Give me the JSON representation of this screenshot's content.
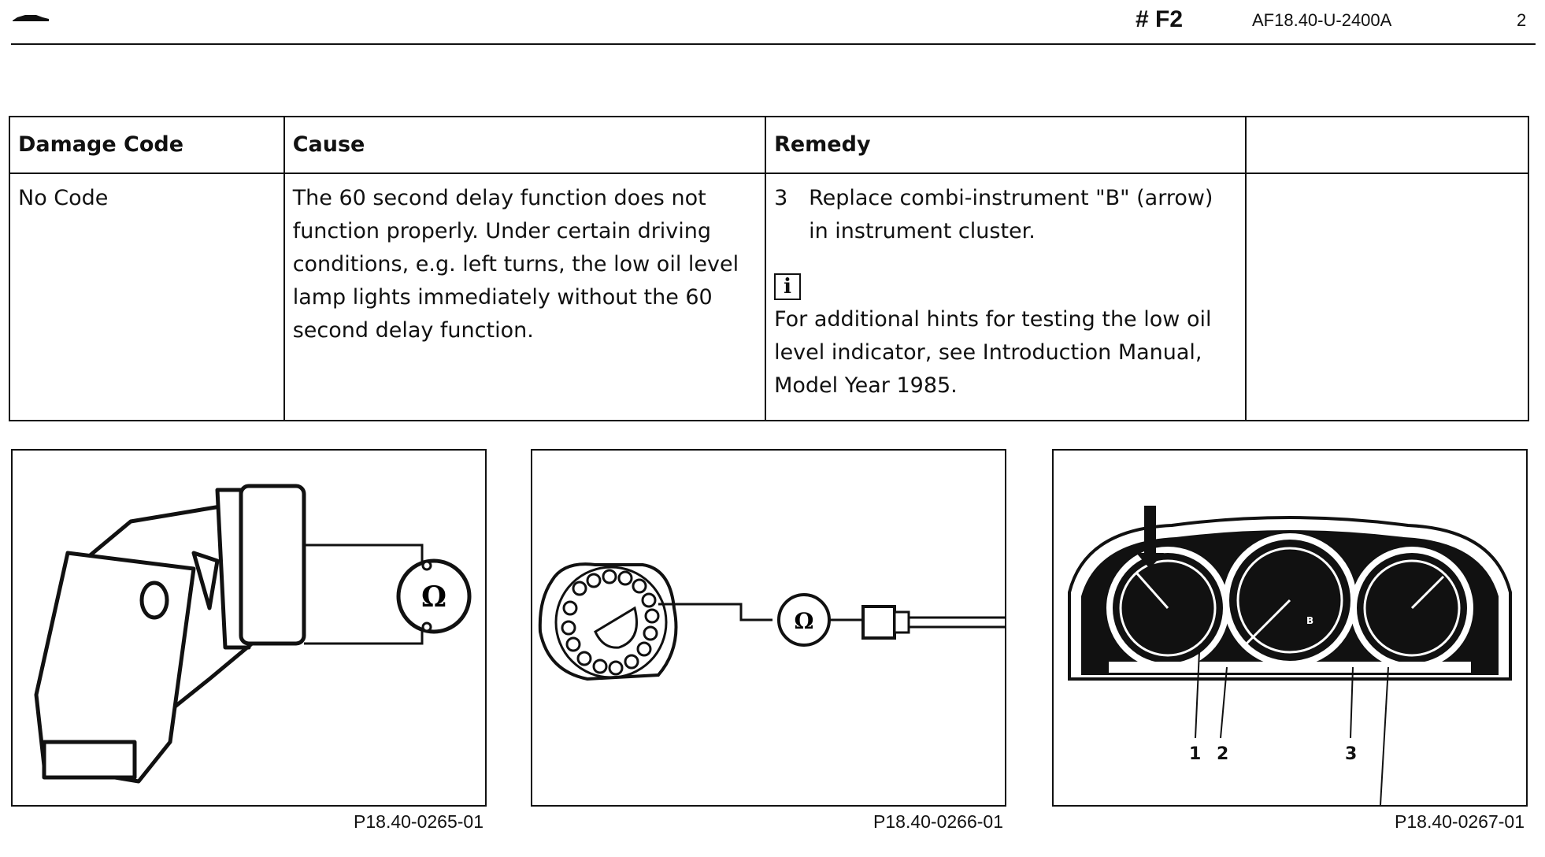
{
  "header": {
    "section": "# F2",
    "document_number": "AF18.40-U-2400A",
    "page_number": "2"
  },
  "table": {
    "headers": [
      "Damage Code",
      "Cause",
      "Remedy",
      ""
    ],
    "rows": [
      {
        "damage_code": "No Code",
        "cause": "The 60 second delay function does not function properly. Under certain driving conditions, e.g. left turns, the low oil level lamp lights immediately without the 60 second delay function.",
        "remedy_step_number": "3",
        "remedy_step_text": "Replace combi-instrument \"B\" (arrow) in instrument cluster.",
        "info_note": "For additional hints for testing the low oil level indicator, see Introduction Manual, Model Year 1985."
      }
    ]
  },
  "figures": [
    {
      "caption": "P18.40-0265-01",
      "symbol": "Ω"
    },
    {
      "caption": "P18.40-0266-01",
      "symbol": "Ω"
    },
    {
      "caption": "P18.40-0267-01",
      "callouts": [
        "1",
        "2",
        "3"
      ],
      "label_b": "B"
    }
  ],
  "icons": {
    "info": "i"
  }
}
